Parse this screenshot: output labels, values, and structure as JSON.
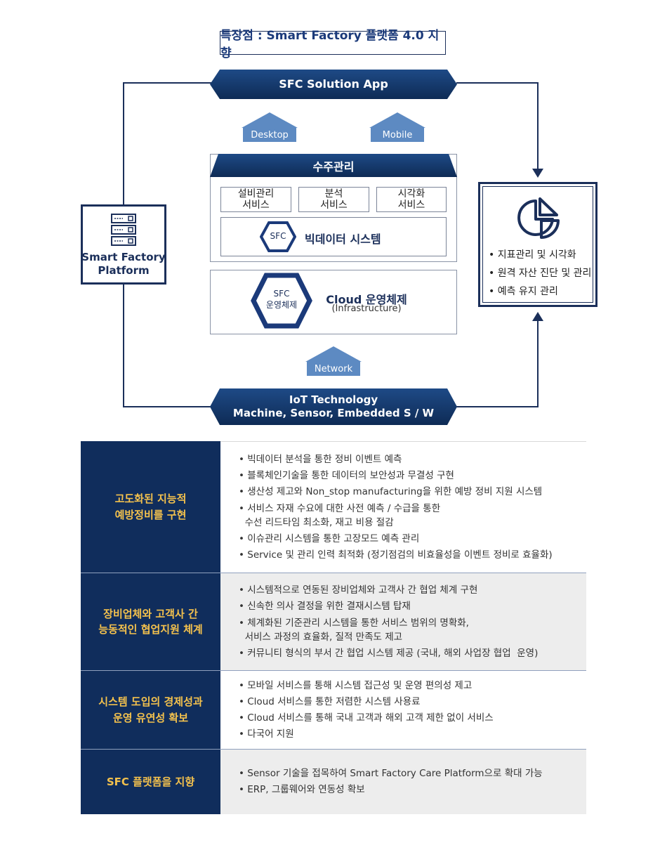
{
  "title": "특장점 : Smart Factory 플랫폼 4.0 지향",
  "top_banner": "SFC Solution App",
  "tags": {
    "desktop": "Desktop",
    "mobile": "Mobile",
    "network": "Network"
  },
  "center": {
    "header": "수주관리",
    "services": [
      "설비관리\n서비스",
      "분석\n서비스",
      "시각화\n서비스"
    ],
    "bigdata_badge": "SFC",
    "bigdata_label": "빅데이터 시스템",
    "cloud_badge": "SFC\n운영체제",
    "cloud_title": "Cloud 운영체제",
    "cloud_sub": "(Infrastructure)"
  },
  "bottom_banner": {
    "line1": "IoT Technology",
    "line2": "Machine, Sensor, Embedded S / W"
  },
  "left_box": {
    "label": "Smart Factory\nPlatform"
  },
  "right_box": {
    "items": [
      "• 지표관리 및 시각화",
      "• 원격 자산 진단 및 관리",
      "• 예측 유지 관리"
    ]
  },
  "table": [
    {
      "head": "고도화된 지능적\n예방정비를 구현",
      "items": [
        "• 빅데이터 분석을 통한 정비 이벤트 예측",
        "• 블록체인기술을 통한 데이터의 보안성과 무결성 구현",
        "• 생산성 제고와 Non_stop manufacturing을 위한 예방 정비 지원 시스템",
        "• 서비스 자재 수요에 대한 사전 예측 / 수급을 통한\n  수선 리드타임 최소화, 재고 비용 절감",
        "• 이슈관리 시스템을 통한 고장모드 예측 관리",
        "• Service 및 관리 인력 최적화 (정기점검의 비효율성을 이벤트 정비로 효율화)"
      ]
    },
    {
      "head": "장비업체와 고객사 간\n능동적인 협업지원 체계",
      "items": [
        "• 시스템적으로 연동된 장비업체와 고객사 간 협업 체계 구현",
        "• 신속한 의사 결정을 위한 결재시스템 탑재",
        "• 체계화된 기준관리 시스템을 통한 서비스 범위의 명확화,\n  서비스 과정의 효율화, 질적 만족도 제고",
        "• 커뮤니티 형식의 부서 간 협업 시스템 제공 (국내, 해외 사업장 협업  운영)"
      ]
    },
    {
      "head": "시스템 도입의 경제성과\n운영 유연성 확보",
      "items": [
        "• 모바일 서비스를 통해 시스템 접근성 및 운영 편의성 제고",
        "• Cloud 서비스를 통한 저렴한 시스템 사용료",
        "• Cloud 서비스를 통해 국내 고객과 해외 고객 제한 없이 서비스",
        "• 다국어 지원"
      ]
    },
    {
      "head": "SFC 플랫폼을 지향",
      "items": [
        "• Sensor 기술을 접목하여 Smart Factory Care Platform으로 확대 가능",
        "• ERP, 그룹웨어와 연동성 확보"
      ]
    }
  ]
}
